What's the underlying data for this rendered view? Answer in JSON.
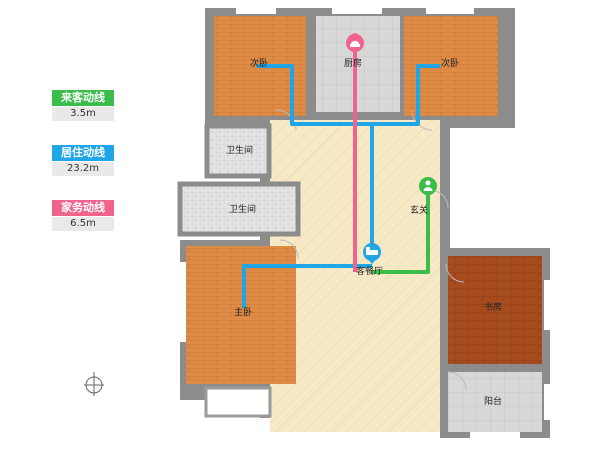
{
  "legend": {
    "items": [
      {
        "label": "来客动线",
        "value": "3.5m",
        "color": "#3cbc4b"
      },
      {
        "label": "居住动线",
        "value": "23.2m",
        "color": "#1ea6e6"
      },
      {
        "label": "家务动线",
        "value": "6.5m",
        "color": "#f0638c"
      }
    ]
  },
  "rooms": {
    "bedroom_left": "次卧",
    "kitchen": "厨房",
    "bedroom_right": "次卧",
    "bathroom_upper": "卫生间",
    "bathroom_lower": "卫生间",
    "entrance": "玄关",
    "living": "客餐厅",
    "master": "主卧",
    "study": "书房",
    "balcony": "阳台"
  },
  "colors": {
    "wall": "#8c8c8c",
    "wood_bedroom": "#de8b45",
    "study_dark": "#a54b1d",
    "living_floor": "#f7e8c6",
    "tile": "#dcdcdc"
  }
}
